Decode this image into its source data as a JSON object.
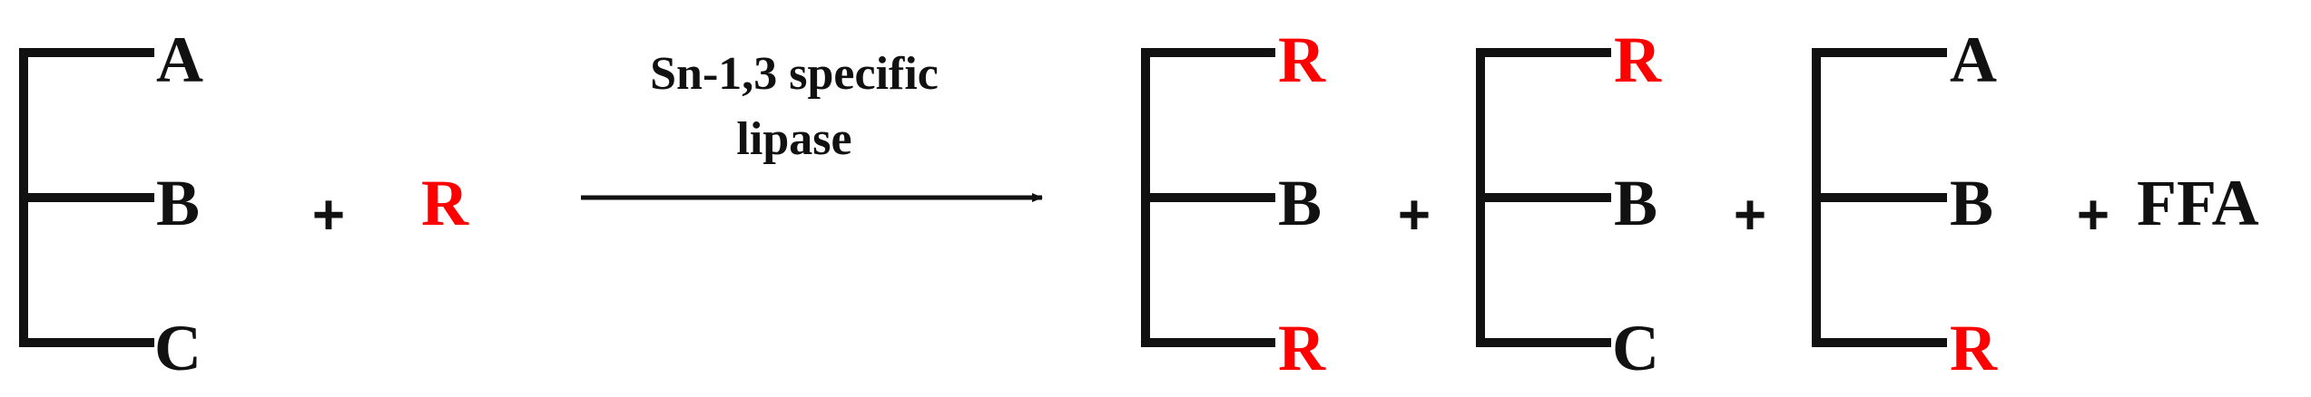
{
  "colors": {
    "ink": "#111111",
    "highlight": "#ff0000"
  },
  "reactant": {
    "sn1": "A",
    "sn2": "B",
    "sn3": "C"
  },
  "reagent": {
    "label": "R"
  },
  "plus_sign": "+",
  "arrow": {
    "line1": "Sn-1,3 specific",
    "line2": "lipase"
  },
  "products": [
    {
      "sn1": "R",
      "sn2": "B",
      "sn3": "R"
    },
    {
      "sn1": "R",
      "sn2": "B",
      "sn3": "C"
    },
    {
      "sn1": "A",
      "sn2": "B",
      "sn3": "R"
    }
  ],
  "byproduct": "FFA"
}
